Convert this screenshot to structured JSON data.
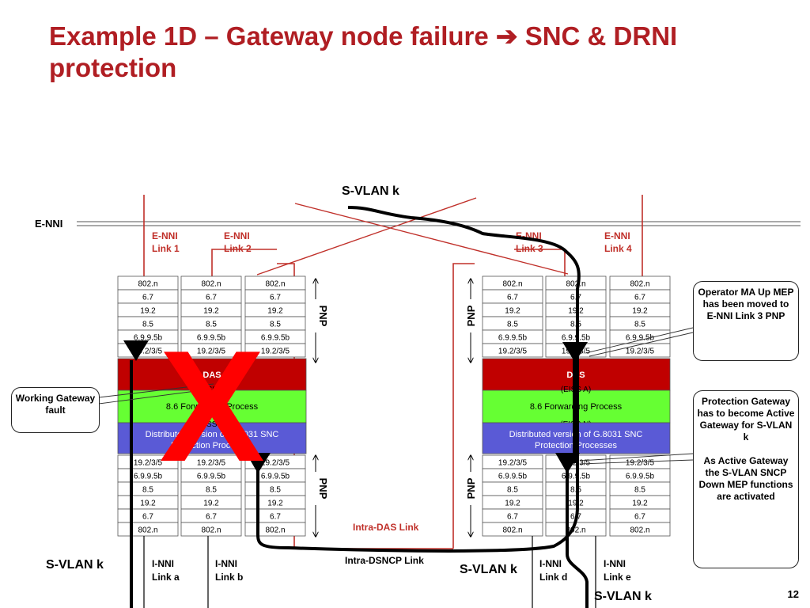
{
  "title": {
    "line1_pre": "Example 1D – Gateway node failure ",
    "arrow": "➔",
    "line1_post": " SNC & DRNI",
    "line2": "protection"
  },
  "labels": {
    "svlan_top": "S-VLAN k",
    "svlan_left": "S-VLAN k",
    "svlan_mid": "S-VLAN k",
    "svlan_bottom": "S-VLAN k",
    "enni": "E-NNI",
    "pnp": "PNP",
    "intra_das": "Intra-DAS Link",
    "intra_dsncp": "Intra-DSNCP Link",
    "fault_mark": "X"
  },
  "links": {
    "enni_1": [
      "E-NNI",
      "Link 1"
    ],
    "enni_2": [
      "E-NNI",
      "Link 2"
    ],
    "enni_3": [
      "E-NNI",
      "Link 3"
    ],
    "enni_4": [
      "E-NNI",
      "Link 4"
    ],
    "inni_a": [
      "I-NNI",
      "Link a"
    ],
    "inni_b": [
      "I-NNI",
      "Link b"
    ],
    "inni_d": [
      "I-NNI",
      "Link d"
    ],
    "inni_e": [
      "I-NNI",
      "Link e"
    ]
  },
  "stack": {
    "upper": [
      "802.n",
      "6.7",
      "19.2",
      "8.5",
      "6.9.9.5b",
      "19.2/3/5"
    ],
    "lower": [
      "19.2/3/5",
      "6.9.9.5b",
      "8.5",
      "19.2",
      "6.7",
      "802.n"
    ]
  },
  "left_node": {
    "das": "DAS",
    "eiss_a": "(EISS A)",
    "forwarding": "8.6 Forwarding Process",
    "eiss_n": "(EISS N)",
    "snc": [
      "Distributed version of G.8031 SNC",
      "Protection Processes"
    ]
  },
  "right_node": {
    "das": "DAS",
    "eiss_a": "(EISS A)",
    "forwarding": "8.6 Forwarding Process",
    "eiss_n": "(EISS N)",
    "snc": [
      "Distributed version of G.8031 SNC",
      "Protection Processes"
    ]
  },
  "callouts": {
    "working_fault": "Working Gateway fault",
    "operator_mep": "Operator MA Up MEP has been moved to E-NNI Link 3 PNP",
    "protection_1": "Protection Gateway has to become Active Gateway for S-VLAN k",
    "protection_2": "As Active Gateway the S-VLAN SNCP Down MEP functions are activated"
  },
  "page_number": "12",
  "colors": {
    "title": "#b01e23",
    "das": "#c00000",
    "forwarding": "#66ff33",
    "snc": "#5a5ad6",
    "link_red": "#c0302a",
    "fault_x": "#ff0000"
  }
}
